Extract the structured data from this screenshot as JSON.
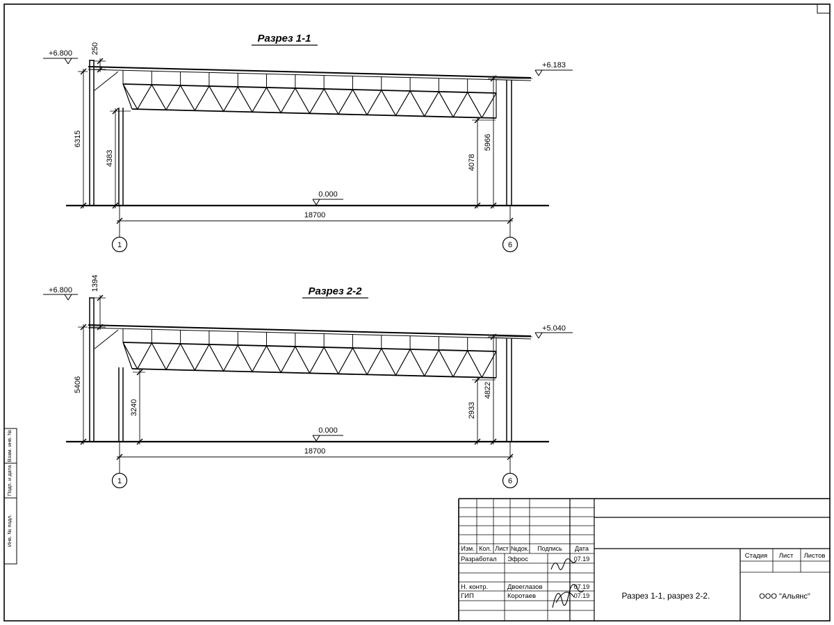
{
  "sheet_bg": "#ffffff",
  "line_color": "#000000",
  "sections": [
    {
      "title": "Разрез 1-1",
      "elev_left": "+6.800",
      "elev_right": "+6.183",
      "dim_parapet": "250",
      "dim_left_outer": "6315",
      "dim_left_inner": "4383",
      "dim_right_inner": "4078",
      "dim_right_outer": "5966",
      "level_zero": "0.000",
      "dim_span": "18700",
      "axis_left": "1",
      "axis_right": "6"
    },
    {
      "title": "Разрез 2-2",
      "elev_left": "+6.800",
      "elev_right": "+5.040",
      "dim_parapet": "1394",
      "dim_left_outer": "5406",
      "dim_left_inner": "3240",
      "dim_right_inner": "2933",
      "dim_right_outer": "4822",
      "level_zero": "0.000",
      "dim_span": "18700",
      "axis_left": "1",
      "axis_right": "6"
    }
  ],
  "side_stamps": [
    "Взам. инв. №",
    "Подп. и дата",
    "Инв. № подл."
  ],
  "title_block": {
    "header_cols": [
      "Изм.",
      "Кол.",
      "Лист",
      "№док.",
      "Подпись",
      "Дата"
    ],
    "sign_rows": [
      {
        "role": "Разработал",
        "name": "Эфрос",
        "date": "07.19"
      },
      {
        "role": "Н. контр.",
        "name": "Двоеглазов",
        "date": "07.19"
      },
      {
        "role": "ГИП",
        "name": "Коротаев",
        "date": "07.19"
      }
    ],
    "doc_name": "Разрез 1-1, разрез 2-2.",
    "stage_label": "Стадия",
    "sheet_label": "Лист",
    "sheets_label": "Листов",
    "company": "ООО \"Альянс\""
  }
}
